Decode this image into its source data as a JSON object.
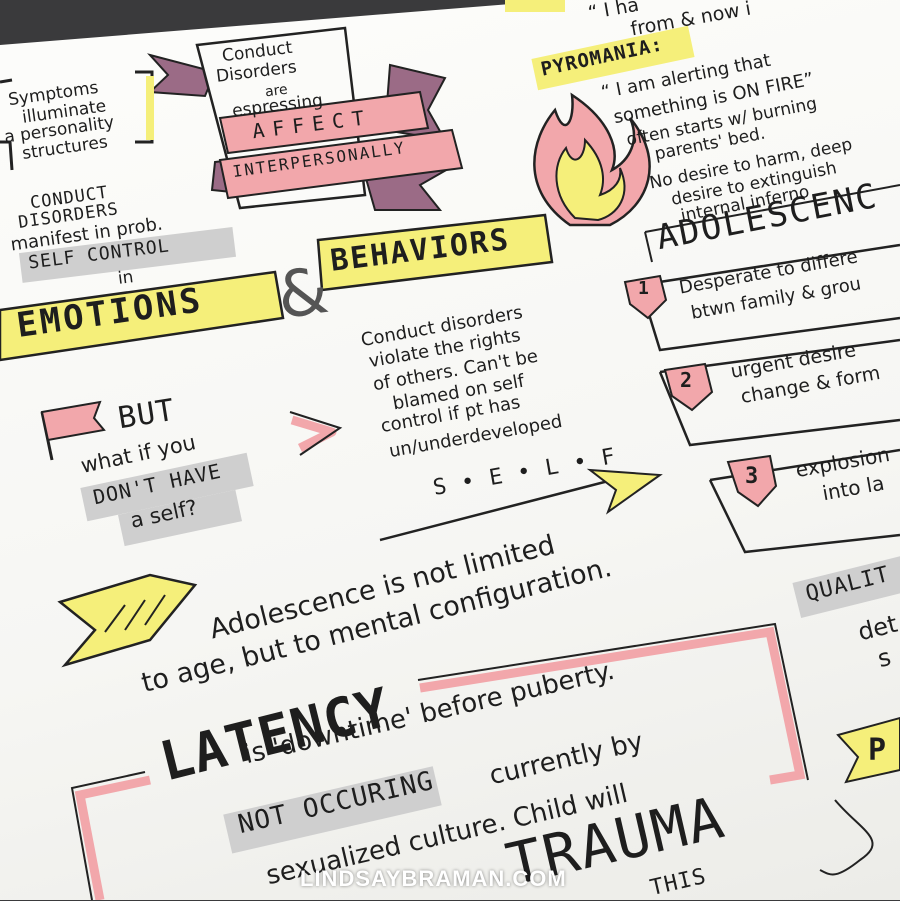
{
  "sketchnote": {
    "top_right_fragment": [
      "“ I ha",
      "from & now i"
    ],
    "symptoms": [
      "Symptoms",
      "illuminate",
      "a personality",
      "structures"
    ],
    "banner": {
      "sign": [
        "Conduct",
        "Disorders",
        "are",
        "espressing"
      ],
      "affect": "AFFECT",
      "interpersonally": "INTERPERSONALLY"
    },
    "pyromania": {
      "title": "PYROMANIA:",
      "quote": [
        "“ I am alerting that",
        "something is ON FIRE”"
      ],
      "bullet1": [
        "often starts w/ burning",
        "parents' bed."
      ],
      "bullet2": [
        "No desire to harm, deep",
        "desire to extinguish",
        "internal inferno"
      ]
    },
    "adolescence_header": "ADOLESCENC",
    "adolescence_items": [
      {
        "num": "1",
        "lines": [
          "Desperate to differe",
          "btwn family & grou"
        ]
      },
      {
        "num": "2",
        "lines": [
          "urgent desire",
          "change & form"
        ]
      },
      {
        "num": "3",
        "lines": [
          "explosion",
          "into la"
        ]
      }
    ],
    "conduct_manifest": [
      "CONDUCT",
      "DISORDERS",
      "manifest in prob."
    ],
    "self_control": "SELF CONTROL",
    "in_word": "in",
    "emotions": "EMOTIONS",
    "ampersand": "&",
    "behaviors": "BEHAVIORS",
    "violate": [
      "Conduct disorders",
      "violate the rights",
      "of others. Can't be",
      "blamed on self",
      "control if pt has",
      "un/underdeveloped"
    ],
    "self_spelled": "S • E • L • F",
    "but": "BUT",
    "what_if": "what if you",
    "dont_have": "DON'T HAVE",
    "a_self": "a self?",
    "adolescence_note": [
      "Adolescence is not limited",
      "to  age, but to mental configuration."
    ],
    "qualit": [
      "QUALIT",
      "det",
      "s"
    ],
    "latency": "LATENCY",
    "latency_text": [
      "is 'downtime' before puberty.",
      "currently by",
      "sexualized culture. Child will"
    ],
    "not_occuring": "NOT OCCURING",
    "trauma": "TRAUMA",
    "this_word": "THIS",
    "bottom_right_p": "P",
    "watermark": "LINDSAYBRAMAN.COM"
  },
  "colors": {
    "pink": "#f2a7ab",
    "yellow": "#f5ef7a",
    "gray_highlight": "#cfcfcf",
    "ink": "#1e1e1e",
    "purple_ribbon": "#9b6b86"
  }
}
